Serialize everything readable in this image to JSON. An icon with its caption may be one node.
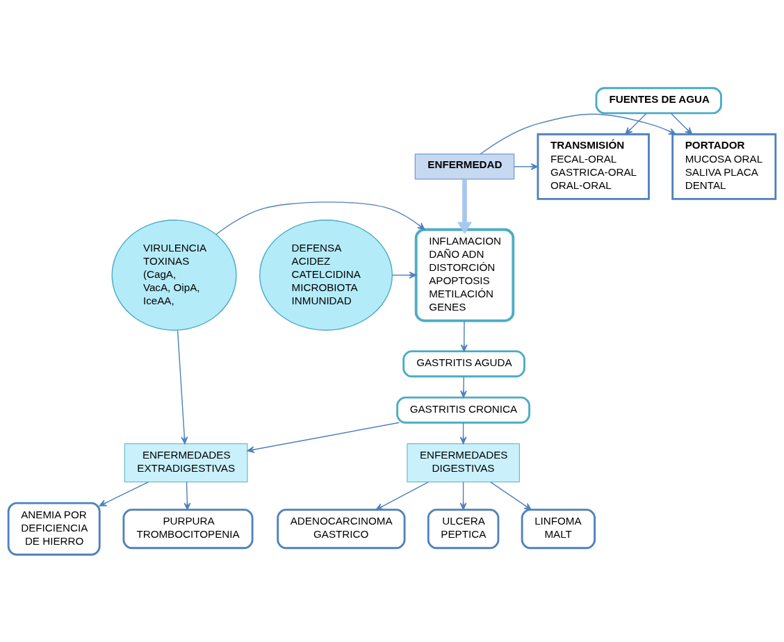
{
  "diagram": {
    "nodes": [
      {
        "text": [
          "FUENTES DE AGUA"
        ]
      },
      {
        "text": [
          "TRANSMISIÓN",
          "FECAL-ORAL GASTRICA-ORAL ORAL-ORAL"
        ]
      },
      {
        "text": [
          "PORTADOR",
          "MUCOSA ORAL SALIVA PLACA DENTAL"
        ]
      },
      {
        "text": [
          "ENFERMEDAD"
        ]
      },
      {
        "text": [
          "DEFENSA ACIDEZ CATELCIDINA MICROBIOTA INMUNIDAD"
        ]
      },
      {
        "text": [
          "INFLAMACION",
          "DAÑO ADN",
          "DISTORCIÓN APOPTOSIS",
          "METILACIÓN GENES"
        ]
      },
      {
        "text": [
          "VIRULENCIA TOXINAS (CagA, VacA, OipA, IceAA,"
        ]
      },
      {
        "text": [
          "GASTRITIS AGUDA"
        ]
      },
      {
        "text": [
          "GASTRITIS CRONICA"
        ]
      },
      {
        "text": [
          "ENFERMEDADES DIGESTIVAS"
        ]
      },
      {
        "text": [
          "ENFERMEDADES EXTRADIGESTIVAS"
        ]
      },
      {
        "text": [
          "ULCERA PEPTICA"
        ]
      },
      {
        "text": [
          "LINFOMA MALT"
        ]
      },
      {
        "text": [
          "ADENOCARCINOMA GASTRICO"
        ]
      },
      {
        "text": [
          "ANEMIA POR DEFICIENCIA DE HIERRO"
        ]
      },
      {
        "text": [
          "PURPURA TROMBOCITOPENIA"
        ]
      }
    ],
    "edges": [
      {
        "from": 0,
        "to": 1,
        "arrow": "to"
      },
      {
        "from": 0,
        "to": 2,
        "arrow": "to"
      },
      {
        "from": 3,
        "to": 1,
        "arrow": "to"
      },
      {
        "from": 3,
        "to": 2,
        "arrow": "to"
      },
      {
        "from": 3,
        "to": 5,
        "arrow": "to",
        "style": "thick",
        "color": "#a7c7f2"
      },
      {
        "from": 4,
        "to": 5,
        "arrow": "to"
      },
      {
        "from": 6,
        "to": 5,
        "arrow": "to"
      },
      {
        "from": 5,
        "to": 7,
        "arrow": "to"
      },
      {
        "from": 7,
        "to": 8,
        "arrow": "to"
      },
      {
        "from": 8,
        "to": 9,
        "arrow": "to"
      },
      {
        "from": 8,
        "to": 10,
        "arrow": "to"
      },
      {
        "from": 6,
        "to": 10,
        "arrow": "to"
      },
      {
        "from": 9,
        "to": 11,
        "arrow": "to"
      },
      {
        "from": 9,
        "to": 12,
        "arrow": "to"
      },
      {
        "from": 9,
        "to": 13,
        "arrow": "to"
      },
      {
        "from": 10,
        "to": 14,
        "arrow": "to"
      },
      {
        "from": 10,
        "to": 15,
        "arrow": "to"
      }
    ]
  }
}
